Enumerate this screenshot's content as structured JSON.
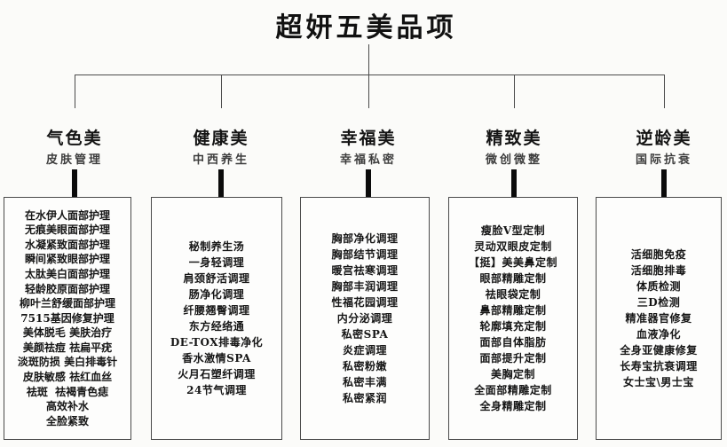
{
  "title": "超妍五美品项",
  "branches": [
    {
      "name": "气色美",
      "subtitle": "皮肤管理",
      "items": [
        "在水伊人面部护理",
        "无痕美眼面部护理",
        "水凝紧致面部护理",
        "瞬间紧致眼部护理",
        "太肽美白面部护理",
        "轻龄胶原面部护理",
        "柳叶兰舒缓面部护理",
        "7515基因修复护理",
        "美体脱毛 美肤治疗",
        "美颜祛痘 祛扁平疣",
        "淡斑防损 美白排毒针",
        "皮肤敏感 祛红血丝",
        "祛斑  祛褐青色痣",
        "高效补水",
        "全脸紧致"
      ]
    },
    {
      "name": "健康美",
      "subtitle": "中西养生",
      "items": [
        "秘制养生汤",
        "一身轻调理",
        "肩颈舒活调理",
        "肠净化调理",
        "纤腰翘臀调理",
        "东方经络通",
        "DE-TOX排毒净化",
        "香水激情SPA",
        "火月石塑纤调理",
        "24节气调理"
      ]
    },
    {
      "name": "幸福美",
      "subtitle": "幸福私密",
      "items": [
        "胸部净化调理",
        "胸部结节调理",
        "暖宫祛寒调理",
        "胸部丰润调理",
        "性福花园调理",
        "内分泌调理",
        "私密SPA",
        "炎症调理",
        "私密粉嫩",
        "私密丰满",
        "私密紧润"
      ]
    },
    {
      "name": "精致美",
      "subtitle": "微创微整",
      "items": [
        "瘦脸V型定制",
        "灵动双眼皮定制",
        "【挺】美美鼻定制",
        "眼部精雕定制",
        "祛眼袋定制",
        "鼻部精雕定制",
        "轮廓填充定制",
        "面部自体脂肪",
        "面部提升定制",
        "美胸定制",
        "全面部精雕定制",
        "全身精雕定制"
      ]
    },
    {
      "name": "逆龄美",
      "subtitle": "国际抗衰",
      "items": [
        "活细胞免疫",
        "活细胞排毒",
        "体质检测",
        "三D检测",
        "精准器官修复",
        "血液净化",
        "全身亚健康修复",
        "长寿宝抗衰调理",
        "女士宝\\男士宝"
      ]
    }
  ]
}
